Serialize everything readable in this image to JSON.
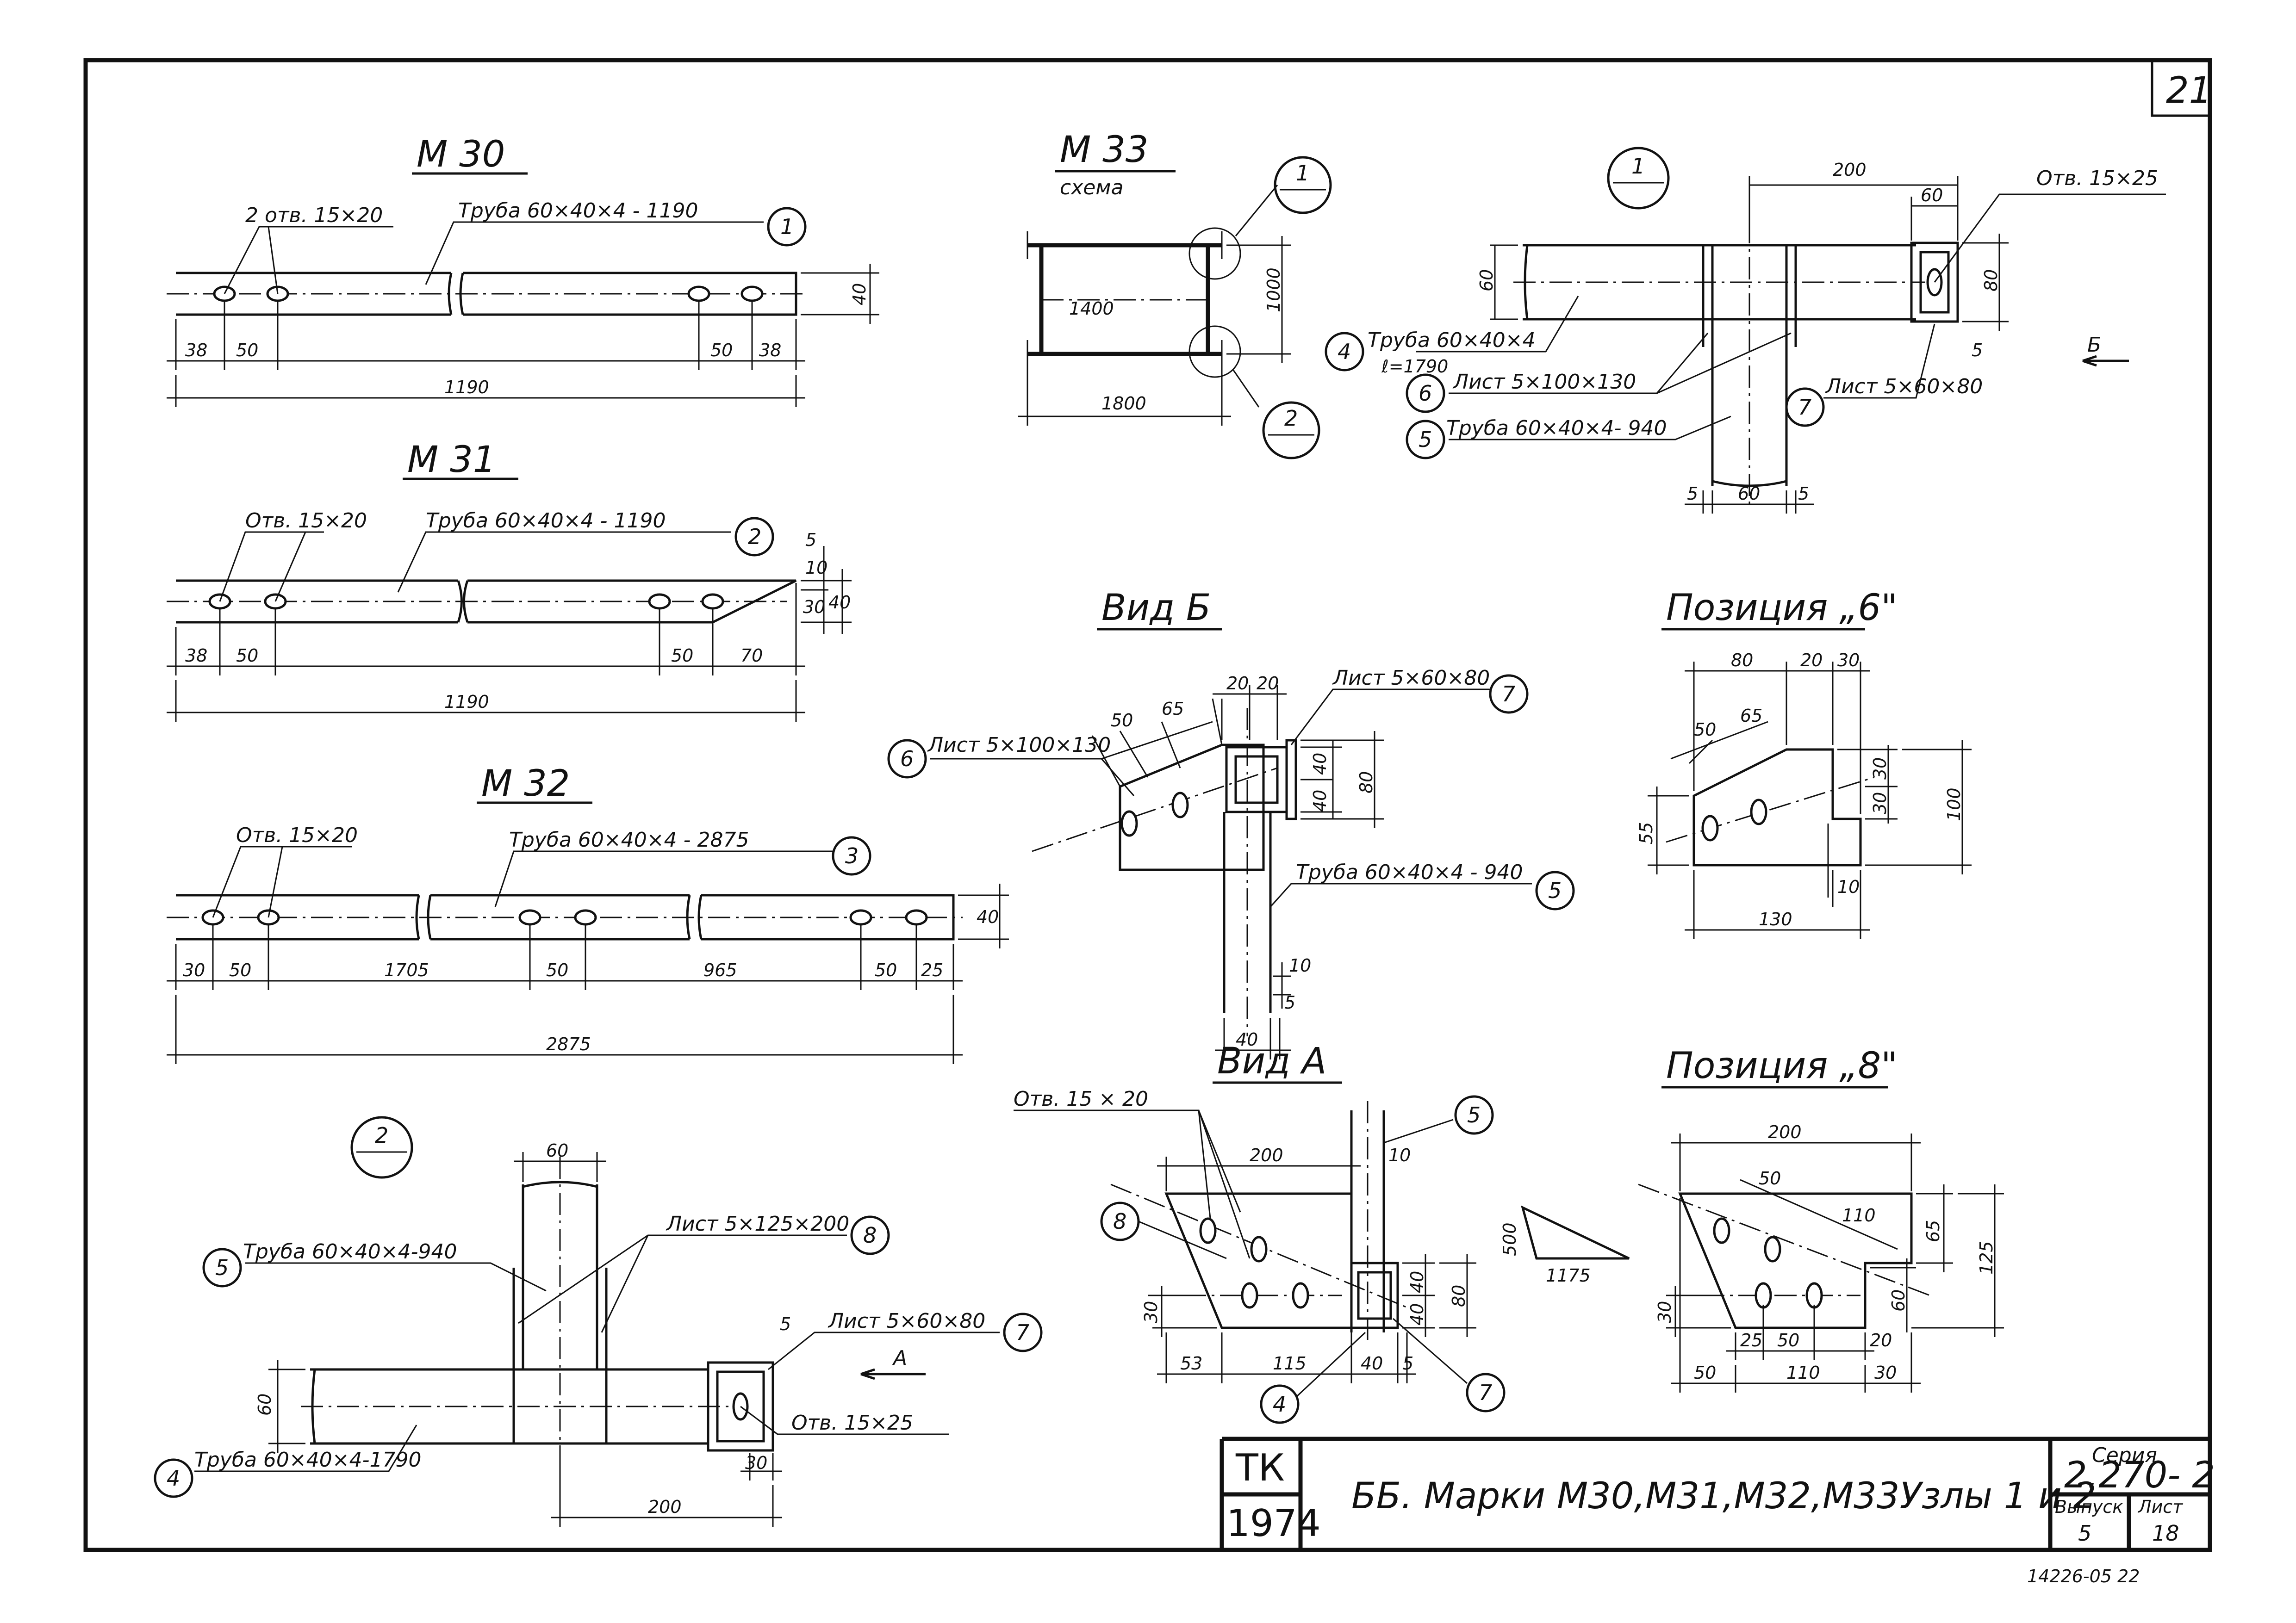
{
  "sheet_number": "21",
  "drawings": {
    "m30": {
      "title": "М 30",
      "pipe_label": "Труба 60×40×4 - 1190",
      "pipe_pos": "1",
      "holes_label": "2 отв. 15×20",
      "dims": [
        "38",
        "50",
        "50",
        "38",
        "40",
        "1190"
      ]
    },
    "m31": {
      "title": "М 31",
      "pipe_label": "Труба 60×40×4 - 1190",
      "pipe_pos": "2",
      "holes_label": "Отв. 15×20",
      "dims": [
        "38",
        "50",
        "50",
        "70",
        "5",
        "10",
        "30",
        "40",
        "1190"
      ]
    },
    "m32": {
      "title": "М 32",
      "pipe_label": "Труба 60×40×4 - 2875",
      "pipe_pos": "3",
      "holes_label": "Отв. 15×20",
      "dims": [
        "30",
        "50",
        "1705",
        "50",
        "965",
        "50",
        "25",
        "40",
        "2875"
      ]
    },
    "m33": {
      "title": "М 33",
      "subtitle": "схема",
      "dims": [
        "1400",
        "1000",
        "1800"
      ],
      "callouts": [
        "1",
        "2"
      ]
    },
    "node1": {
      "callout": "1",
      "dims": [
        "200",
        "60",
        "60",
        "80",
        "5",
        "5",
        "60",
        "5"
      ],
      "labels": {
        "hole": "Отв. 15×25",
        "pipe_main": "Труба 60×40×4",
        "pipe_main_len": "ℓ=1790",
        "plate6": "Лист 5×100×130",
        "pipe5": "Труба 60×40×4- 940",
        "plate7": "Лист 5×60×80",
        "view_arrow": "Б"
      },
      "positions": [
        "4",
        "6",
        "5",
        "7"
      ]
    },
    "node2": {
      "callout": "2",
      "dims": [
        "60",
        "60",
        "5",
        "30",
        "200"
      ],
      "labels": {
        "pipe5": "Труба 60×40×4-940",
        "plate8": "Лист 5×125×200",
        "plate7": "Лист 5×60×80",
        "view_arrow": "А",
        "hole": "Отв. 15×25",
        "pipe4": "Труба 60×40×4-1790"
      },
      "positions": [
        "5",
        "8",
        "7",
        "4"
      ]
    },
    "view_b": {
      "title": "Вид Б",
      "labels": {
        "plate6": "Лист 5×100×130",
        "plate7": "Лист 5×60×80",
        "pipe5": "Труба 60×40×4 - 940"
      },
      "positions": [
        "6",
        "7",
        "5"
      ],
      "dims": [
        "50",
        "65",
        "20",
        "20",
        "40",
        "40",
        "80",
        "10",
        "40",
        "5"
      ]
    },
    "pos6": {
      "title": "Позиция „6\"",
      "dims": [
        "80",
        "20",
        "30",
        "50",
        "65",
        "30",
        "30",
        "100",
        "55",
        "10",
        "130"
      ]
    },
    "view_a": {
      "title": "Вид А",
      "holes_label": "Отв. 15 × 20",
      "positions": [
        "5",
        "8",
        "4",
        "7"
      ],
      "dims": [
        "200",
        "10",
        "30",
        "53",
        "115",
        "40",
        "5",
        "40",
        "40",
        "80"
      ],
      "triangle_dims": [
        "500",
        "1175"
      ]
    },
    "pos8": {
      "title": "Позиция „8\"",
      "dims": [
        "200",
        "50",
        "110",
        "65",
        "125",
        "60",
        "30",
        "25",
        "50",
        "20",
        "50",
        "110",
        "30"
      ]
    }
  },
  "title_block": {
    "org_top": "ТК",
    "org_year": "1974",
    "description": "ББ. Марки М30,М31,М32,М33Узлы 1 и 2",
    "series_label": "Серия",
    "series_value": "2.270- 2",
    "issue_label": "Выпуск",
    "issue_value": "5",
    "sheet_label": "Лист",
    "sheet_value": "18"
  },
  "footer_note": "14226-05   22"
}
